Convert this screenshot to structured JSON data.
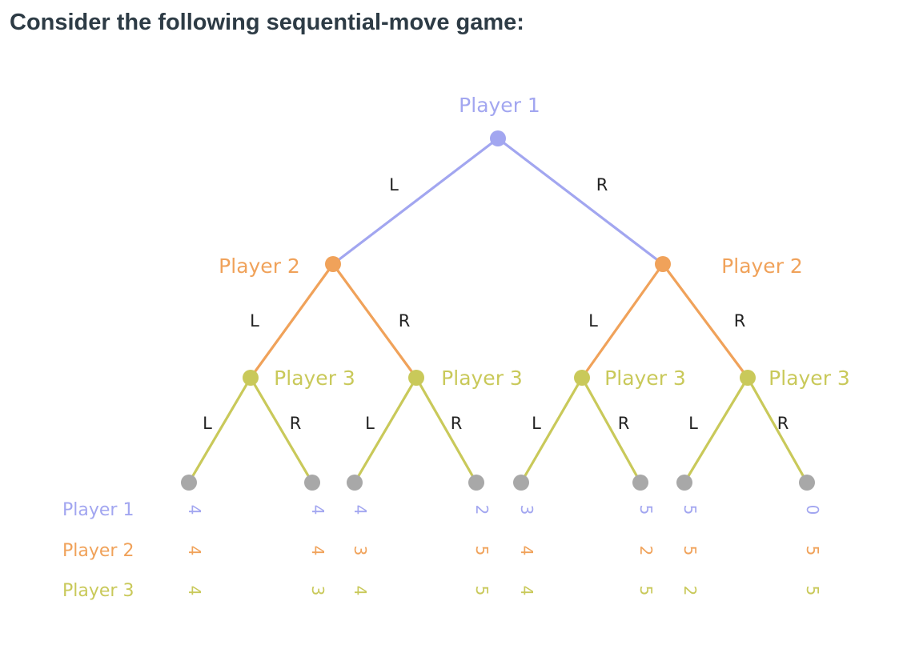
{
  "question": "Consider the following sequential-move game:",
  "colors": {
    "player1": "#a2a6f0",
    "player2": "#f0a25a",
    "player3": "#c9c95a",
    "terminal": "#a8a8a8",
    "label": "#222222"
  },
  "root": {
    "player": "Player 1"
  },
  "p2_nodes": [
    {
      "player": "Player 2",
      "edge": "L"
    },
    {
      "player": "Player 2",
      "edge": "R"
    }
  ],
  "p3_nodes": [
    {
      "player": "Player 3",
      "edge": "L"
    },
    {
      "player": "Player 3",
      "edge": "R"
    },
    {
      "player": "Player 3",
      "edge": "L"
    },
    {
      "player": "Player 3",
      "edge": "R"
    }
  ],
  "leaves": [
    {
      "edge": "L",
      "payoffs": [
        "4",
        "4",
        "4"
      ]
    },
    {
      "edge": "R",
      "payoffs": [
        "4",
        "4",
        "3"
      ]
    },
    {
      "edge": "L",
      "payoffs": [
        "4",
        "3",
        "4"
      ]
    },
    {
      "edge": "R",
      "payoffs": [
        "2",
        "5",
        "5"
      ]
    },
    {
      "edge": "L",
      "payoffs": [
        "3",
        "4",
        "4"
      ]
    },
    {
      "edge": "R",
      "payoffs": [
        "5",
        "2",
        "5"
      ]
    },
    {
      "edge": "L",
      "payoffs": [
        "5",
        "5",
        "2"
      ]
    },
    {
      "edge": "R",
      "payoffs": [
        "0",
        "5",
        "5"
      ]
    }
  ],
  "payoff_rows": [
    "Player 1",
    "Player 2",
    "Player 3"
  ]
}
